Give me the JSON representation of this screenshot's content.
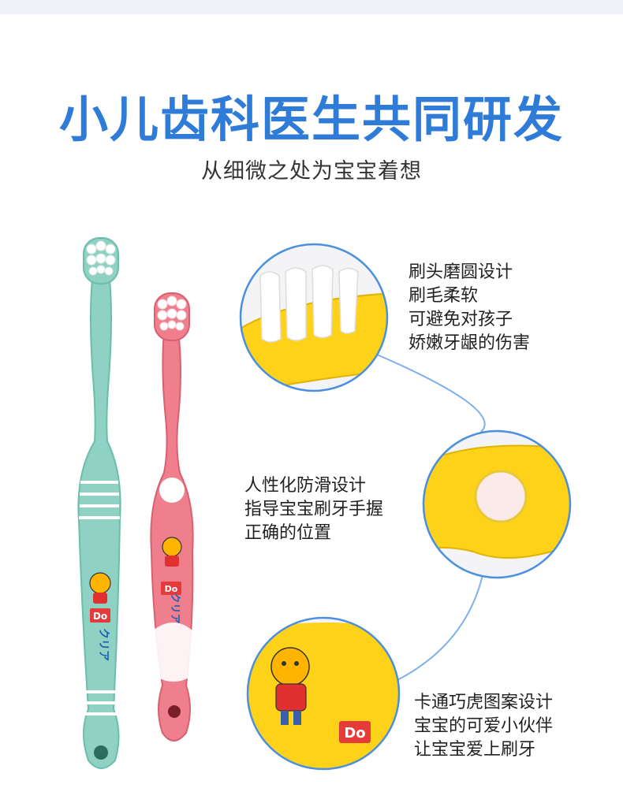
{
  "headline": "小儿齿科医生共同研发",
  "subheadline": "从细微之处为宝宝着想",
  "brand": {
    "do_badge": "Do",
    "kana": "クリア"
  },
  "features": [
    {
      "lines": [
        "刷头磨圆设计",
        "刷毛柔软",
        "可避免对孩子",
        "娇嫩牙龈的伤害"
      ]
    },
    {
      "lines": [
        "人性化防滑设计",
        "指导宝宝刷牙手握",
        "正确的位置"
      ]
    },
    {
      "lines": [
        "卡通巧虎图案设计",
        "宝宝的可爱小伙伴",
        "让宝宝爱上刷牙"
      ]
    }
  ],
  "colors": {
    "headline": "#2f7bd8",
    "mint_brush": "#8fd1c3",
    "pink_brush": "#f07f8e",
    "yellow_handle": "#ffd21a",
    "callout_ring": "#4a8fe0"
  }
}
